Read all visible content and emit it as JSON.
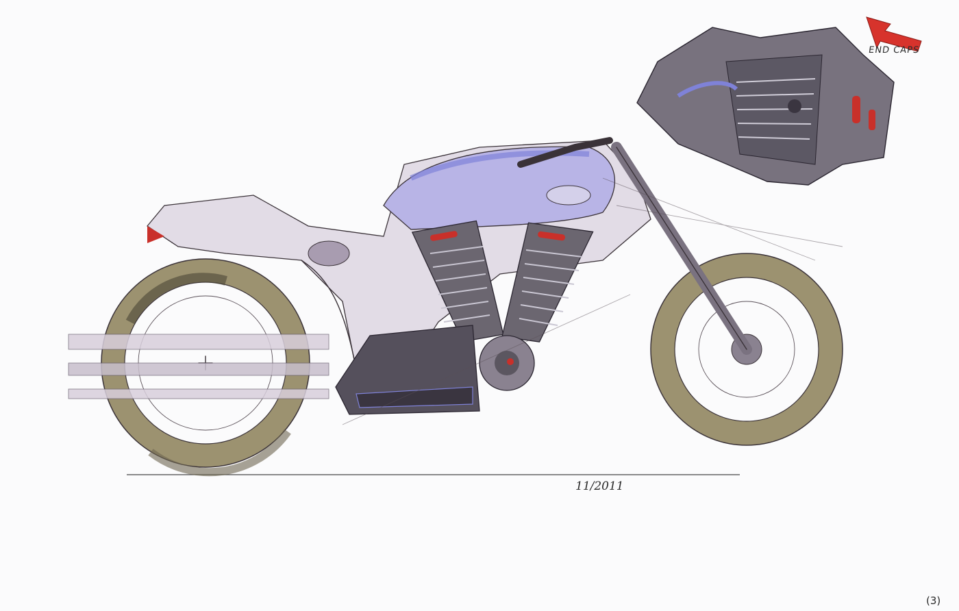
{
  "artwork": {
    "subject": "motorcycle concept sketch (side view) with engine detail inset",
    "annotation": "END CAPS",
    "signature_date": "11/2011",
    "page_number": "(3)"
  },
  "colors": {
    "paper": "#fbfbfc",
    "tire": "#9c9270",
    "tire_dark": "#6e6650",
    "body_lavender": "#c8bfcc",
    "tank_blue": "#7f82d8",
    "engine_grey": "#6b6670",
    "accent_red": "#c9302a"
  }
}
